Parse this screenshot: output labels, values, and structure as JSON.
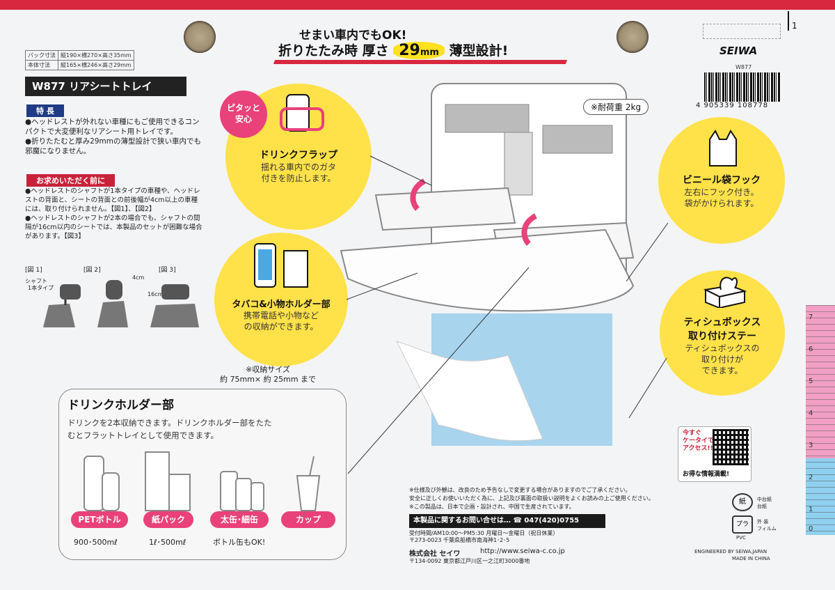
{
  "header": {
    "line1": "せまい車内でもOK!",
    "line2_pre": "折りたたみ時 厚さ",
    "thickness": "29",
    "unit": "mm",
    "line2_post": "薄型設計!"
  },
  "corner_mark": "1",
  "brand": "SEIWA",
  "product_code": "W877",
  "barcode_number": "4 905339 108778",
  "specs": [
    {
      "label": "パック寸法",
      "value": "縦190×横270×高さ35mm"
    },
    {
      "label": "本体寸法",
      "value": "縦165×横246×高さ29mm"
    }
  ],
  "product_title": "W877 リアシートトレイ",
  "features_heading": "特 長",
  "features": [
    "●ヘッドレストが外れない車種にもご使用できるコンパクトで大変便利なリアシート用トレイです。",
    "●折りたたむと厚み29mmの薄型設計で狭い車内でも邪魔になりません。"
  ],
  "notice_heading": "お求めいただく前に",
  "notices": [
    "●ヘッドレストのシャフトが1本タイプの車種や、ヘッドレストの背面と、シートの背面との前後幅が4cm以上の車種には、取り付けられません。【図1】、【図2】",
    "●ヘッドレストのシャフトが2本の場合でも、シャフトの間隔が16cm以内のシートでは、本製品のセットが困難な場合があります。【図3】"
  ],
  "figures": {
    "fig1": "[図 1]",
    "fig2": "[図 2]",
    "fig3": "[図 3]",
    "fig1_note1": "シャフト",
    "fig1_note2": "1本タイプ",
    "fig2_note": "4cm",
    "fig3_note": "16cm"
  },
  "badge": {
    "line1": "ピタッと",
    "line2": "安心"
  },
  "load_capacity": "※耐荷重 2kg",
  "callouts": {
    "flap": {
      "title": "ドリンクフラップ",
      "desc1": "揺れる車内でのガタ",
      "desc2": "付きを防止します。"
    },
    "holder": {
      "title": "タバコ&小物ホルダー部",
      "desc1": "携帯電話や小物など",
      "desc2": "の収納ができます。"
    },
    "hook": {
      "title": "ビニール袋フック",
      "desc1": "左右にフック付き。",
      "desc2": "袋がかけられます。"
    },
    "tissue": {
      "title1": "ティシュボックス",
      "title2": "取り付けステー",
      "desc1": "ティシュボックスの",
      "desc2": "取り付けが",
      "desc3": "できます。"
    }
  },
  "store_size": {
    "line1": "※収納サイズ",
    "line2": "約 75mm× 約 25mm まで"
  },
  "drink_holder": {
    "title": "ドリンクホルダー部",
    "desc1": "ドリンクを2本収納できます。ドリンクホルダー部をたた",
    "desc2": "むとフラットトレイとして使用できます。",
    "items": [
      {
        "label": "PETボトル",
        "caption": "900･500mℓ"
      },
      {
        "label": "紙パック",
        "caption": "1ℓ･500mℓ"
      },
      {
        "label": "太缶･細缶",
        "caption": "ボトル缶もOK!"
      },
      {
        "label": "カップ",
        "caption": ""
      }
    ]
  },
  "qr": {
    "line1": "今すぐ",
    "line2": "ケータイで",
    "line3": "アクセス!!",
    "footer": "お得な情報満載!"
  },
  "fine_print": [
    "※仕様及び外観は、改良のため予告なしで変更する場合がありますのでご了承ください。",
    "安全に正しくお使いいただく為に、上記及び裏面の取扱い説明をよくお読みの上ご使用ください。",
    "※この製品は、日本で企画・設計され、中国で生産されています。"
  ],
  "contact": {
    "line": "本製品に関するお問い合せは… ☎ 047(420)0755",
    "hours": "受付時間/AM10:00〜PM5:30 月曜日〜金曜日（祝日休業）",
    "address1": "〒273-0023 千葉県船橋市南海神1･2･5",
    "company": "株式会社 セイワ",
    "url": "http://www.seiwa-c.co.jp",
    "address2": "〒134-0092 東京都江戸川区一之江町3000番地"
  },
  "recycle": {
    "paper1": "中台紙",
    "paper2": "台紙",
    "plastic1": "外 装",
    "plastic2": "フィルム",
    "pvc": "PVC",
    "kami": "紙",
    "pura": "プラ"
  },
  "engineered": {
    "line1": "ENGINEERED BY SEIWA,JAPAN",
    "line2": "MADE IN CHINA"
  },
  "ruler_labels": [
    "7",
    "6",
    "5",
    "4",
    "3",
    "2",
    "1",
    "0"
  ],
  "colors": {
    "accent_red": "#d8283f",
    "yellow": "#ffe14a",
    "pink": "#e9417a",
    "navy": "#1f3a86",
    "tissue_blue": "#a8d4ee"
  }
}
